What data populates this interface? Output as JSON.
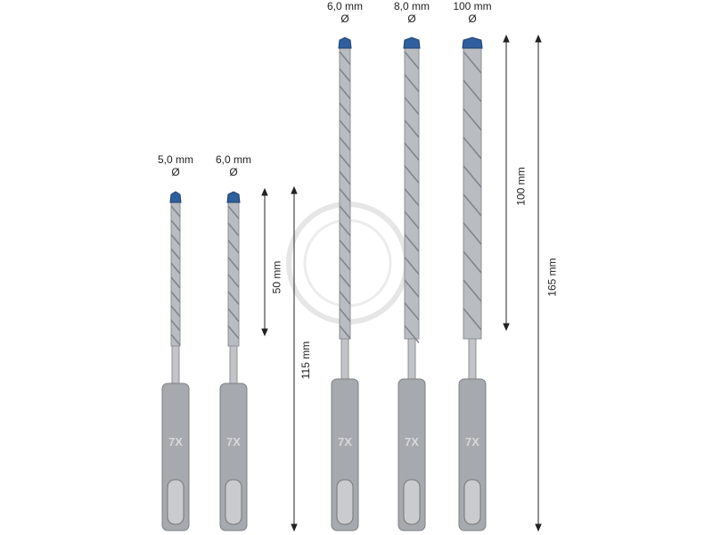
{
  "bits": [
    {
      "diameter": "5,0 mm",
      "symbol": "Ø",
      "length": "short"
    },
    {
      "diameter": "6,0 mm",
      "symbol": "Ø",
      "length": "short"
    },
    {
      "diameter": "6,0 mm",
      "symbol": "Ø",
      "length": "long"
    },
    {
      "diameter": "8,0 mm",
      "symbol": "Ø",
      "length": "long"
    },
    {
      "diameter": "100 mm",
      "symbol": "Ø",
      "length": "long"
    }
  ],
  "dimensions": {
    "short_working": "50 mm",
    "short_total": "115 mm",
    "long_working": "100 mm",
    "long_total": "165 mm"
  },
  "shank_logo": "7X",
  "colors": {
    "tip": "#2f5f9e",
    "steel": "#b9bcc0",
    "shank": "#a6a9ad",
    "line": "#222222",
    "watermark": "#e6e6e6"
  }
}
